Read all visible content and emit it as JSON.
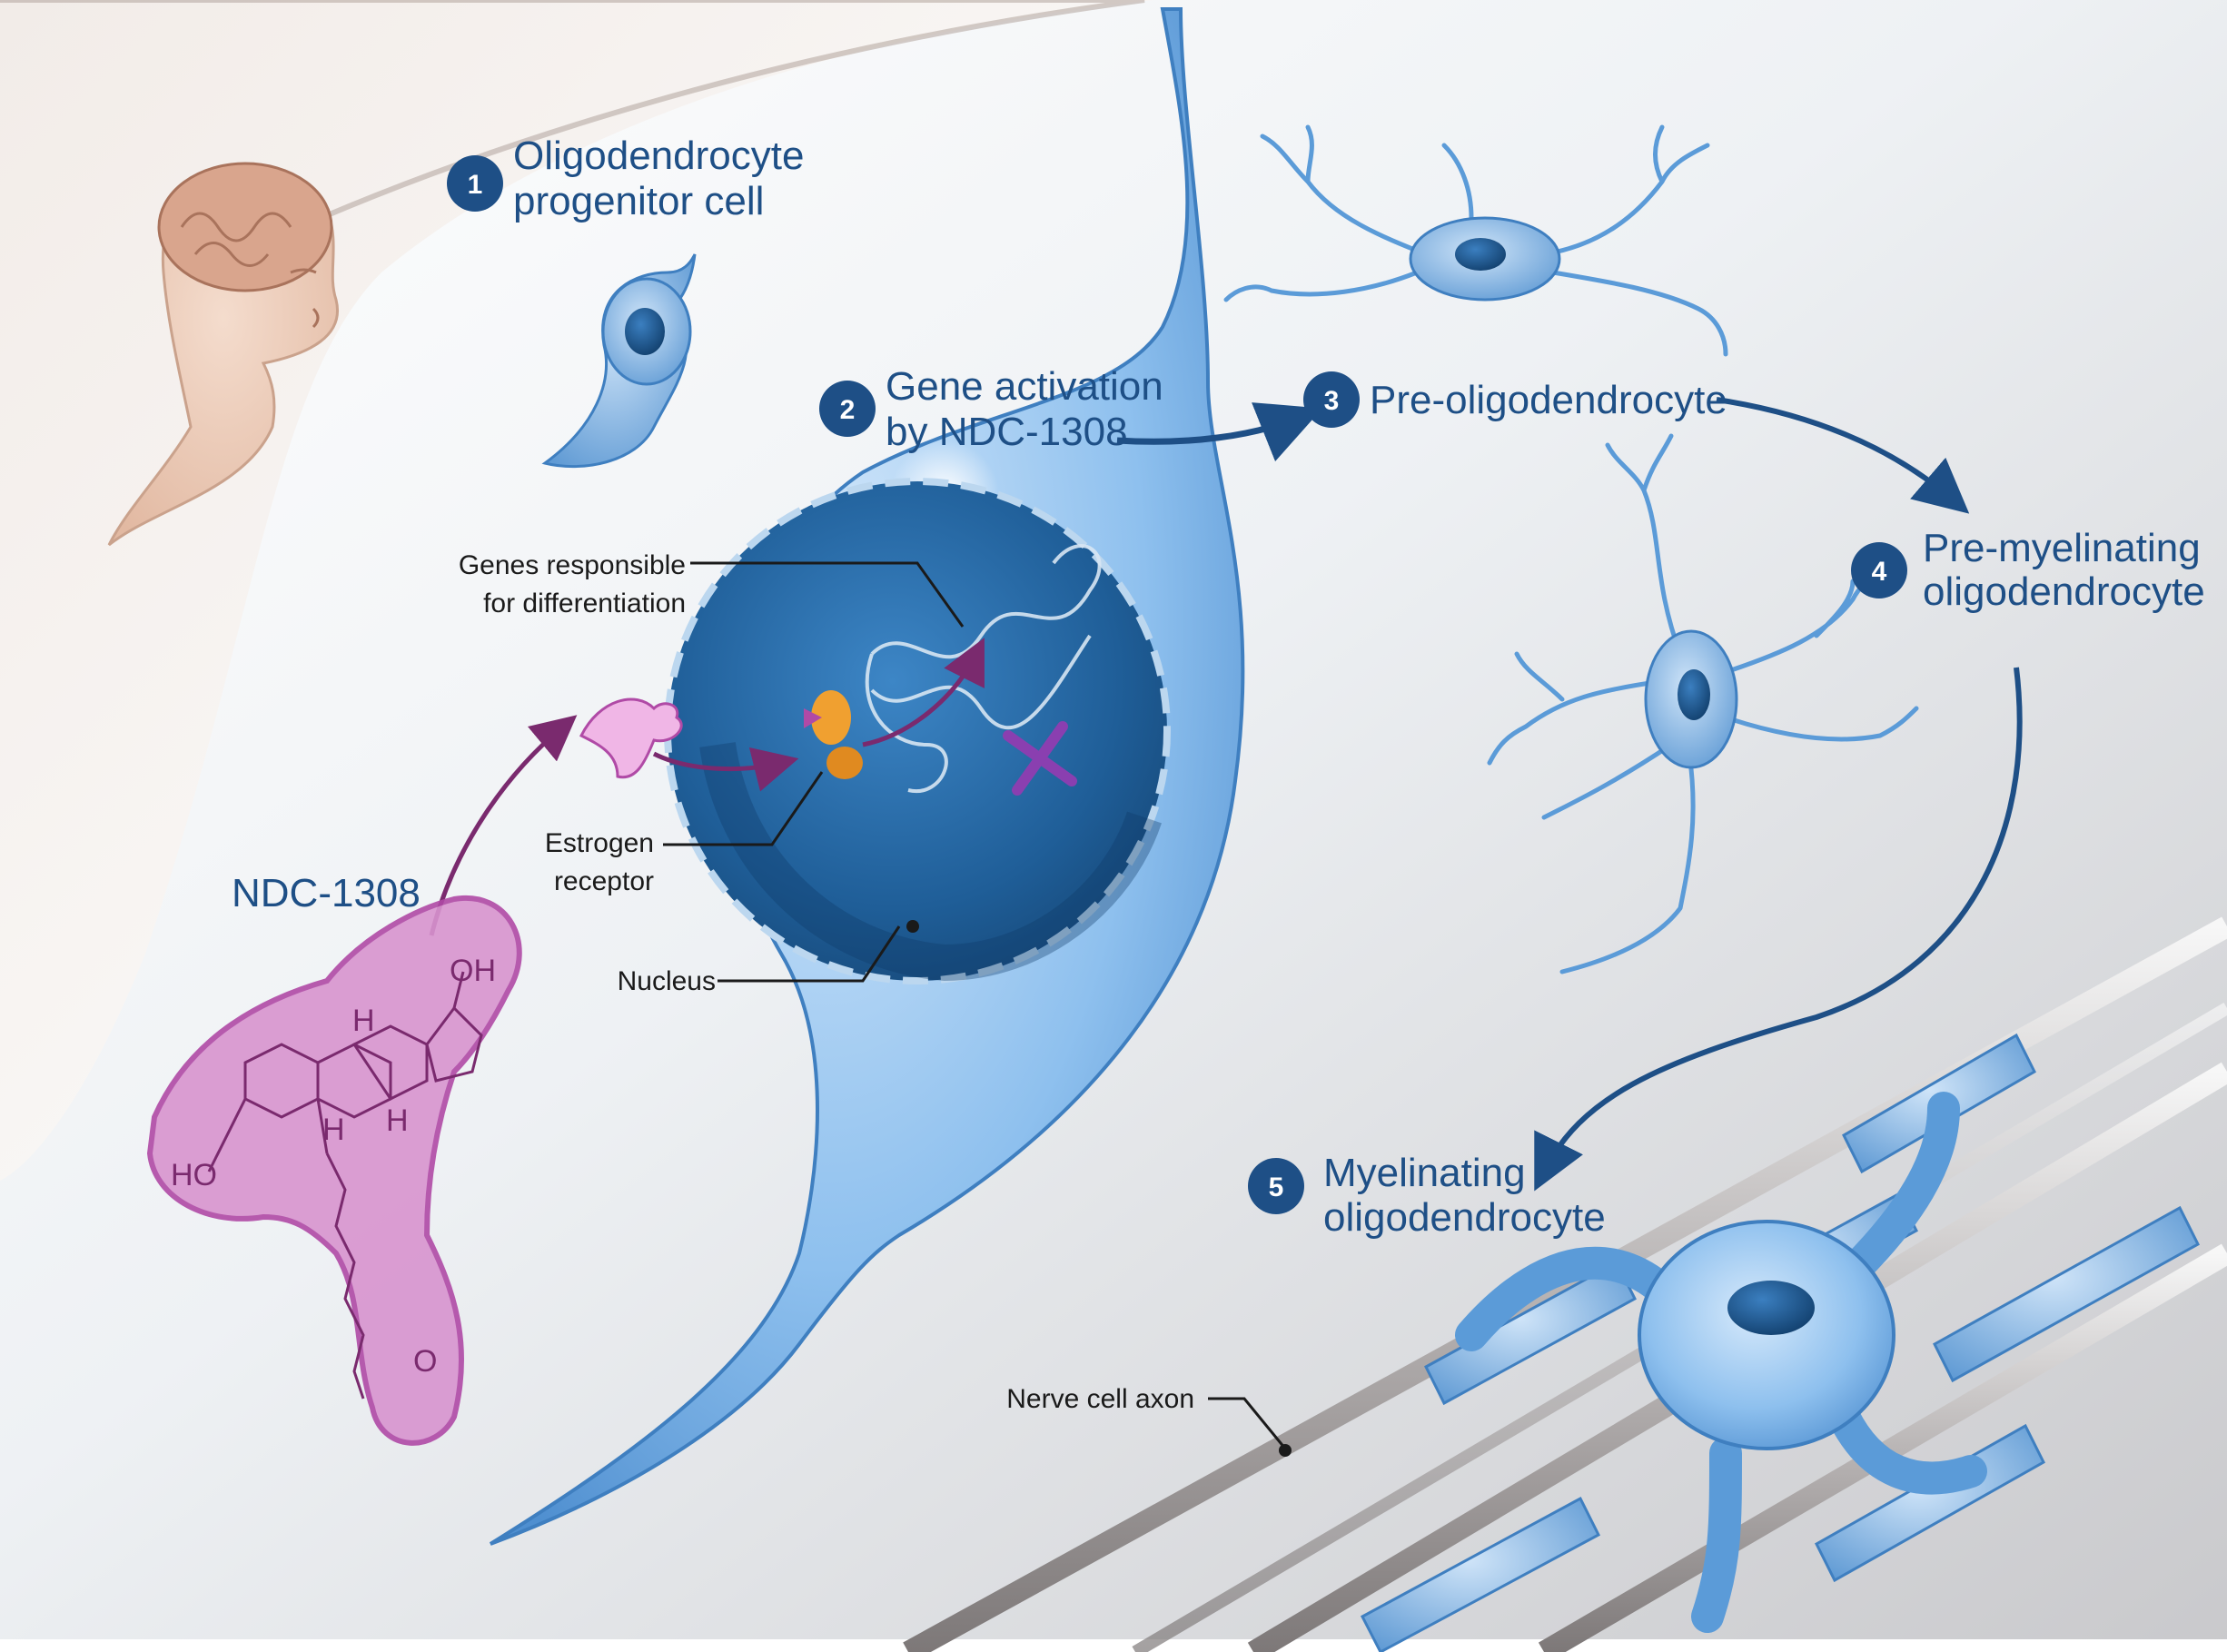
{
  "steps": [
    {
      "num": "1",
      "line1": "Oligodendrocyte",
      "line2": "progenitor cell"
    },
    {
      "num": "2",
      "line1": "Gene activation",
      "line2": "by NDC-1308"
    },
    {
      "num": "3",
      "line1": "Pre-oligodendrocyte",
      "line2": ""
    },
    {
      "num": "4",
      "line1": "Pre-myelinating",
      "line2": "oligodendrocyte"
    },
    {
      "num": "5",
      "line1": "Myelinating",
      "line2": "oligodendrocyte"
    }
  ],
  "callouts": {
    "genes_line1": "Genes responsible",
    "genes_line2": "for differentiation",
    "receptor_line1": "Estrogen",
    "receptor_line2": "receptor",
    "nucleus": "Nucleus",
    "axon": "Nerve cell axon"
  },
  "drug": {
    "name": "NDC-1308",
    "oh": "OH",
    "ho": "HO",
    "h1": "H",
    "h2": "H",
    "h3": "H",
    "o": "O"
  },
  "colors": {
    "step_blue": "#1e4f86",
    "cell_blue": "#5b9bd8",
    "drug_purple": "#b04aa6",
    "receptor_orange": "#f0a030"
  }
}
